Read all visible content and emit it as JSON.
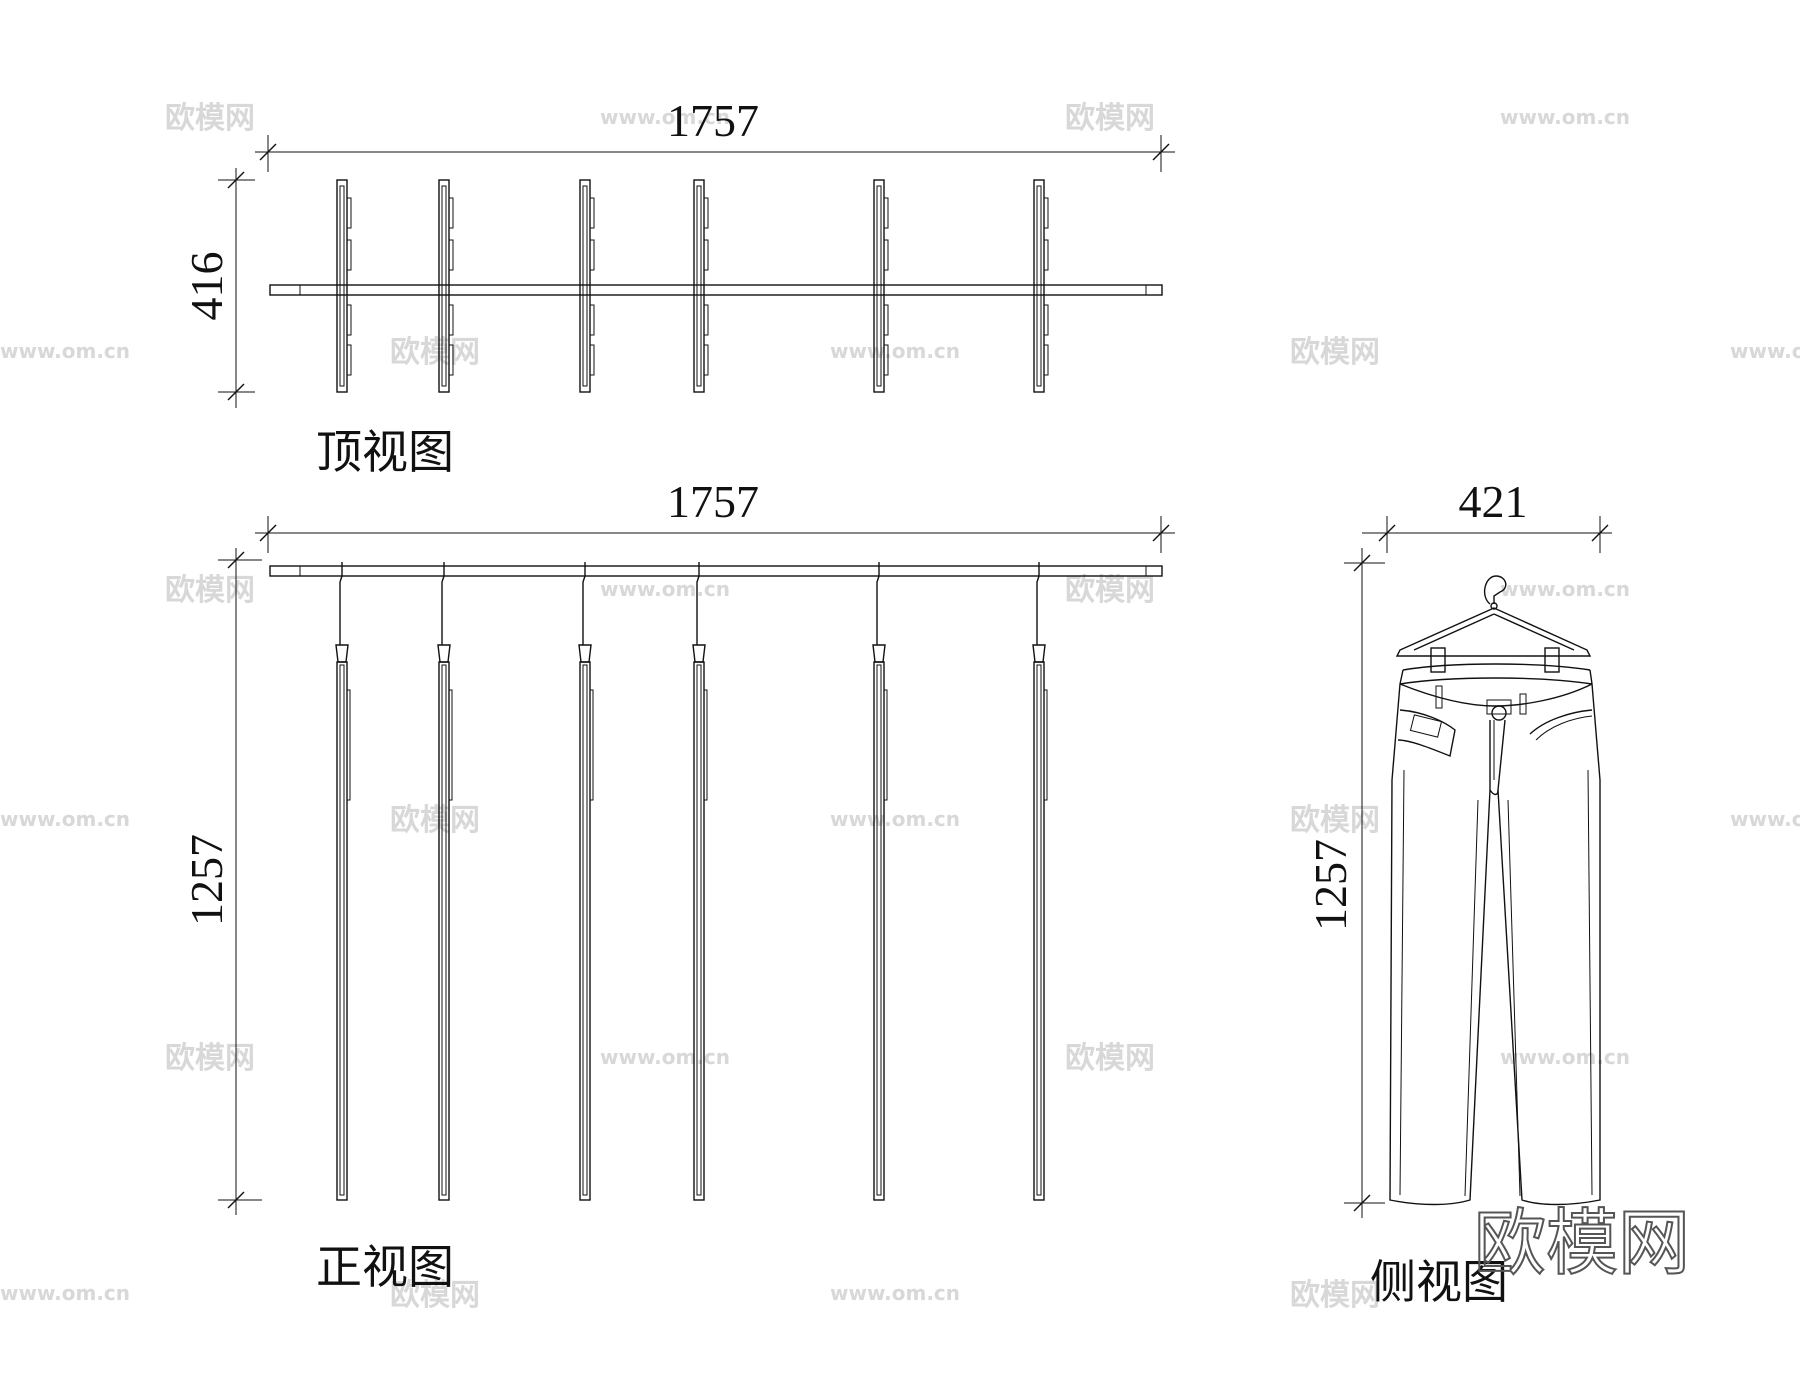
{
  "top_view": {
    "caption": "顶视图",
    "width_dim": "1757",
    "depth_dim": "416"
  },
  "front_view": {
    "caption": "正视图",
    "width_dim": "1757",
    "height_dim": "1257"
  },
  "side_view": {
    "caption": "侧视图",
    "width_dim": "421",
    "height_dim": "1257"
  },
  "watermark": {
    "brand": "欧模网",
    "url": "www.om.cn"
  }
}
